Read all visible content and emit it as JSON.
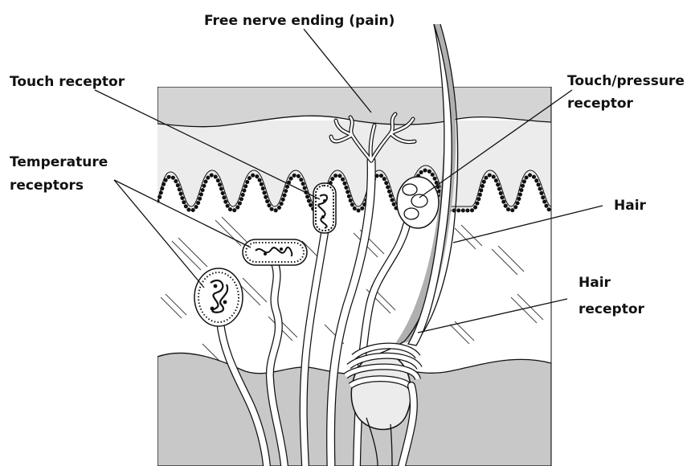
{
  "diagram": {
    "labels": {
      "free_nerve_ending": "Free nerve ending (pain)",
      "touch_receptor": "Touch receptor",
      "touch_pressure_line1": "Touch/pressure",
      "touch_pressure_line2": "receptor",
      "temperature_line1": "Temperature",
      "temperature_line2": "receptors",
      "hair": "Hair",
      "hair_receptor_line1": "Hair",
      "hair_receptor_line2": "receptor"
    },
    "colors": {
      "epidermis": "#d4d4d4",
      "upper_dermis": "#ececec",
      "dermis": "#ffffff",
      "subcutaneous": "#c8c8c8",
      "outline": "#111111",
      "hair_sheath": "#b0b0b0"
    }
  }
}
